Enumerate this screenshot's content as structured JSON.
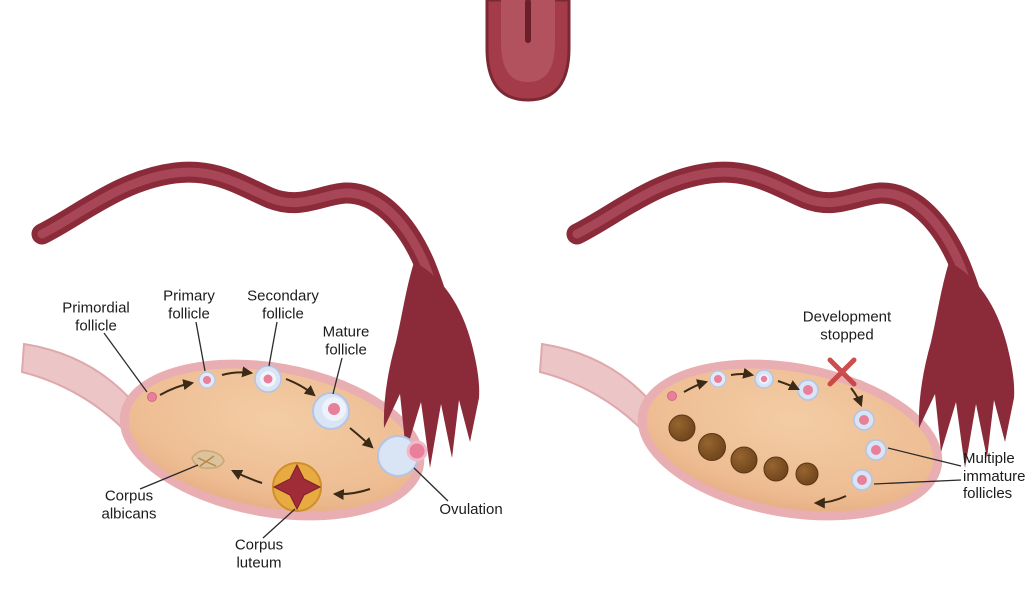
{
  "diagram": {
    "left_panel": {
      "labels": {
        "primordial_follicle": "Primordial\nfollicle",
        "primary_follicle": "Primary\nfollicle",
        "secondary_follicle": "Secondary\nfollicle",
        "mature_follicle": "Mature\nfollicle",
        "ovulation": "Ovulation",
        "corpus_albicans": "Corpus\nalbicans",
        "corpus_luteum": "Corpus\nluteum"
      }
    },
    "right_panel": {
      "labels": {
        "development_stopped": "Development\nstopped",
        "multiple_immature_follicles": "Multiple\nimmature\nfollicles"
      }
    },
    "colors": {
      "tube_dark": "#8b2b39",
      "tube_highlight": "#a64656",
      "ovary_fill": "#eebf94",
      "ovary_rim": "#e8aeb2",
      "ligament": "#ecc5c6",
      "follicle_ring": "#d9e4f5",
      "follicle_core": "#e87f9b",
      "corpus_luteum": "#e8ab41",
      "corpus_luteum_star": "#a02c38",
      "corpus_albicans": "#dcc39c",
      "cyst_brown": "#7a4a20",
      "stopped_x": "#c94040",
      "arrow": "#3b2a16",
      "label_text": "#1c1c1c"
    }
  }
}
